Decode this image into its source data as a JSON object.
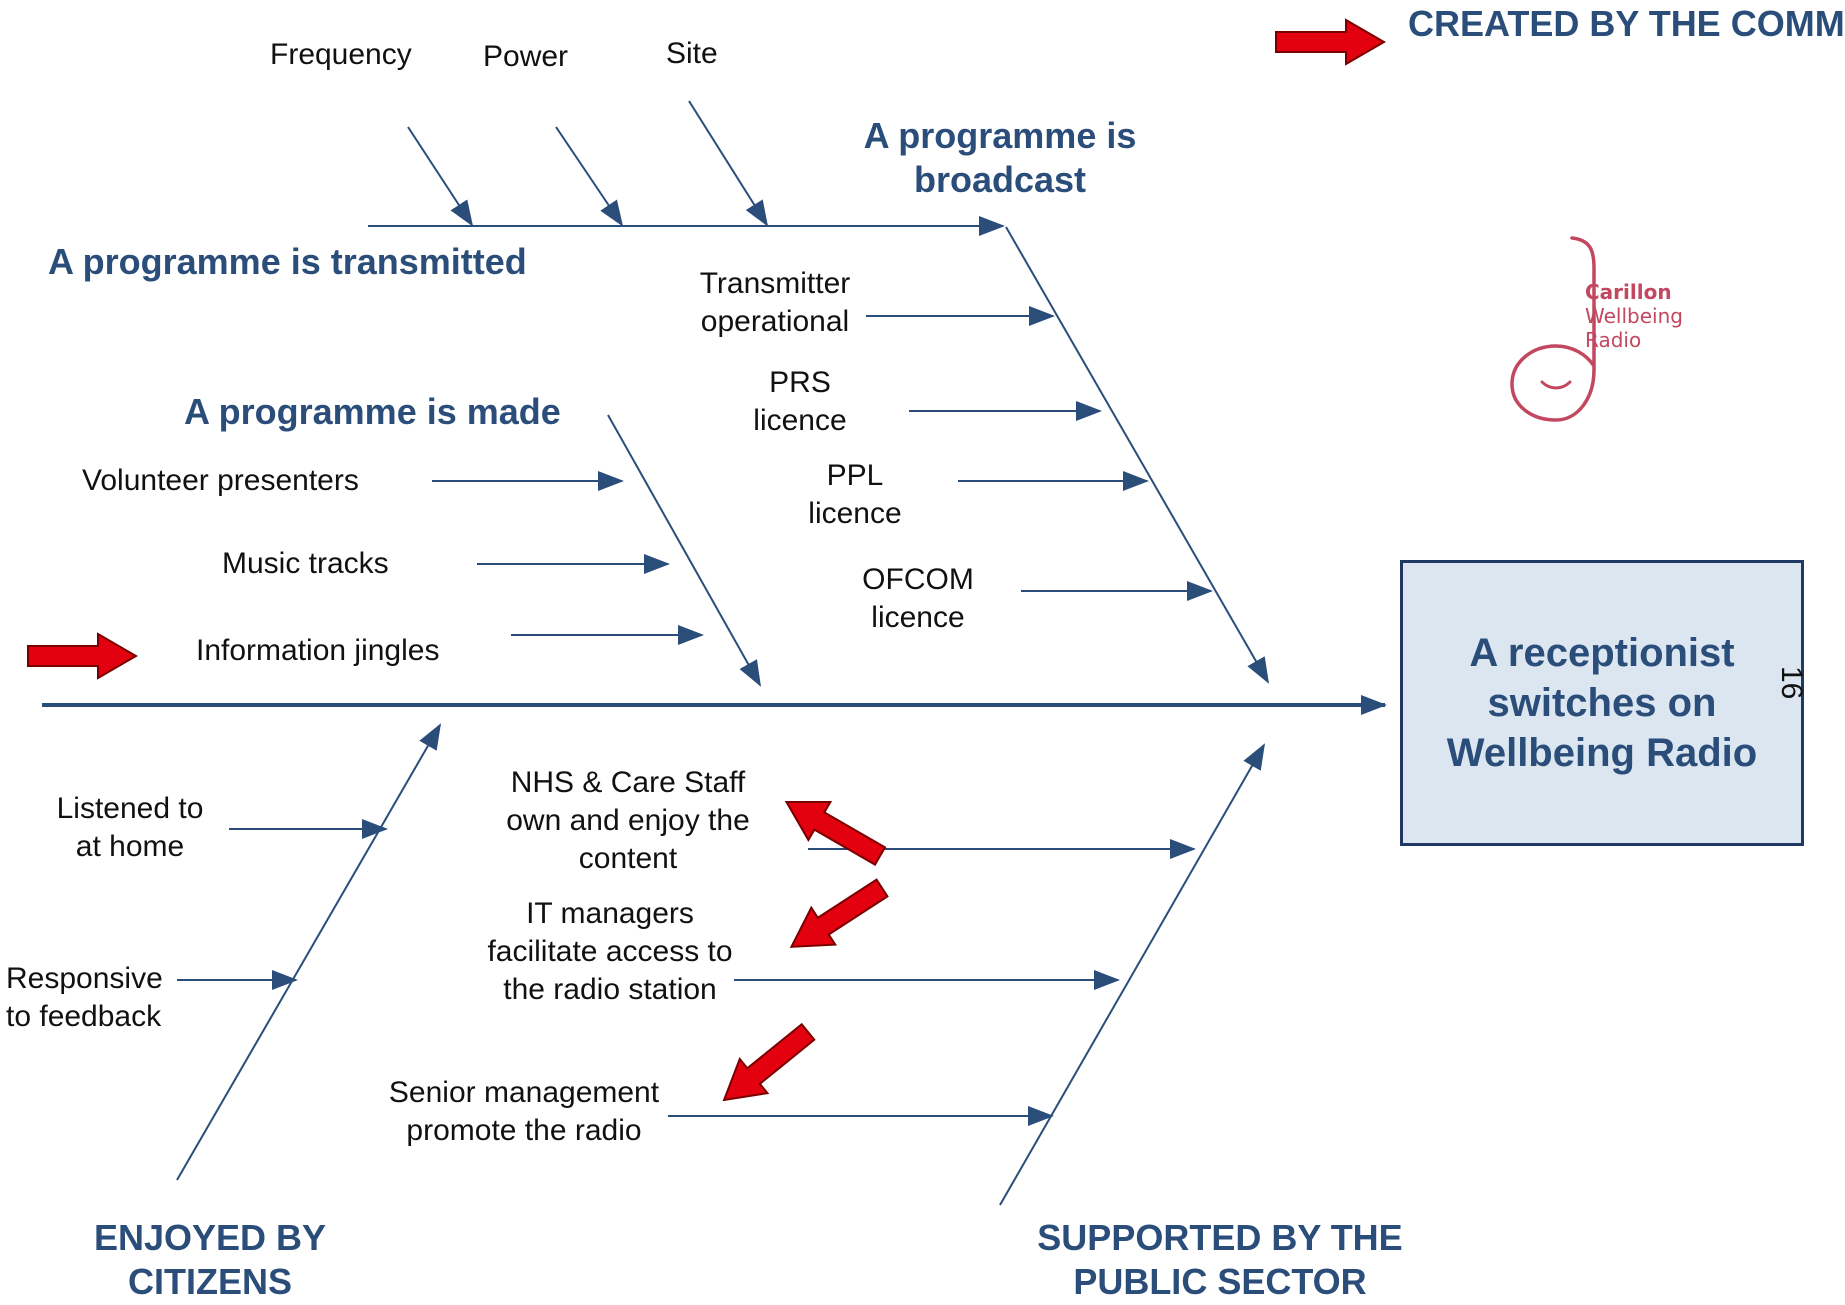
{
  "effect": "A receptionist switches on Wellbeing Radio",
  "legend_label": "CREATED BY THE COMMUNITY",
  "page_number": "16",
  "logo": {
    "name": "Carillon",
    "line2": "Wellbeing",
    "line3": "Radio"
  },
  "branches": {
    "transmitted": {
      "heading": "A programme is transmitted",
      "causes": [
        "Frequency",
        "Power",
        "Site"
      ]
    },
    "broadcast": {
      "heading": "A programme is broadcast",
      "causes": [
        "Transmitter operational",
        "PRS licence",
        "PPL licence",
        "OFCOM licence"
      ]
    },
    "made": {
      "heading": "A programme is made",
      "causes": [
        "Volunteer presenters",
        "Music tracks",
        "Information jingles"
      ]
    },
    "citizens": {
      "heading": "ENJOYED BY CITIZENS",
      "causes": [
        "Listened to at home",
        "Responsive to feedback"
      ]
    },
    "public_sector": {
      "heading": "SUPPORTED BY THE PUBLIC SECTOR",
      "causes": [
        "NHS & Care Staff own and enjoy the content",
        "IT managers facilitate access to the radio station",
        "Senior management promote the radio"
      ]
    }
  },
  "colors": {
    "line": "#2a4d7a",
    "heading": "#2a4d7a",
    "highlight_arrow": "#e3000f",
    "box_fill": "#dce6f1",
    "logo": "#c2475f"
  }
}
